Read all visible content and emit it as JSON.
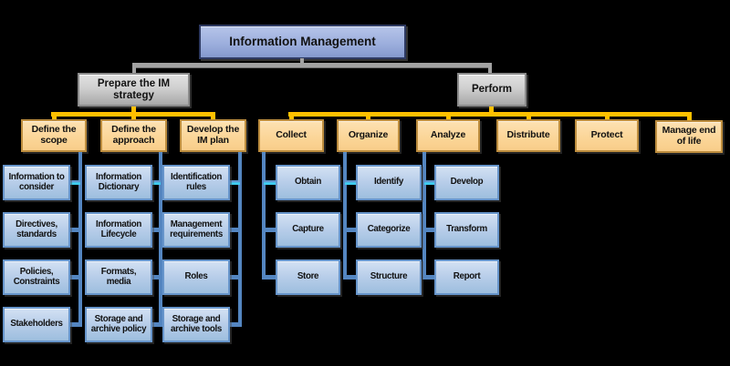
{
  "diagram_title": "Information Management",
  "palette": {
    "background": "#000000",
    "root_fill": "#9dafdd",
    "root_border": "#2e3a62",
    "level2_fill": "#cfcfcf",
    "level2_border": "#8b8b8b",
    "level3_fill": "#fbd597",
    "level3_border": "#bd8d3e",
    "leaf_fill": "#b7cde9",
    "leaf_border": "#6795cb",
    "connector_gray": "#a2a2a2",
    "connector_orange": "#ffc000",
    "connector_blue": "#5486c1",
    "connector_cyan": "#3ecdf0"
  },
  "tree": {
    "root": {
      "label": "Information Management"
    },
    "branches": [
      {
        "label": "Prepare the IM strategy",
        "children": [
          {
            "label": "Define the scope",
            "items": [
              "Information to consider",
              "Directives, standards",
              "Policies, Constraints",
              "Stakeholders"
            ]
          },
          {
            "label": "Define the approach",
            "items": [
              "Information Dictionary",
              "Information Lifecycle",
              "Formats, media",
              "Storage and archive policy"
            ]
          },
          {
            "label": "Develop the IM plan",
            "items": [
              "Identification rules",
              "Management requirements",
              "Roles",
              "Storage and archive tools"
            ]
          }
        ]
      },
      {
        "label": "Perform",
        "children": [
          {
            "label": "Collect",
            "items": [
              "Obtain",
              "Capture",
              "Store"
            ]
          },
          {
            "label": "Organize",
            "items": [
              "Identify",
              "Categorize",
              "Structure"
            ]
          },
          {
            "label": "Analyze",
            "items": [
              "Develop",
              "Transform",
              "Report"
            ]
          },
          {
            "label": "Distribute",
            "items": []
          },
          {
            "label": "Protect",
            "items": []
          },
          {
            "label": "Manage end of life",
            "items": []
          }
        ]
      }
    ]
  }
}
